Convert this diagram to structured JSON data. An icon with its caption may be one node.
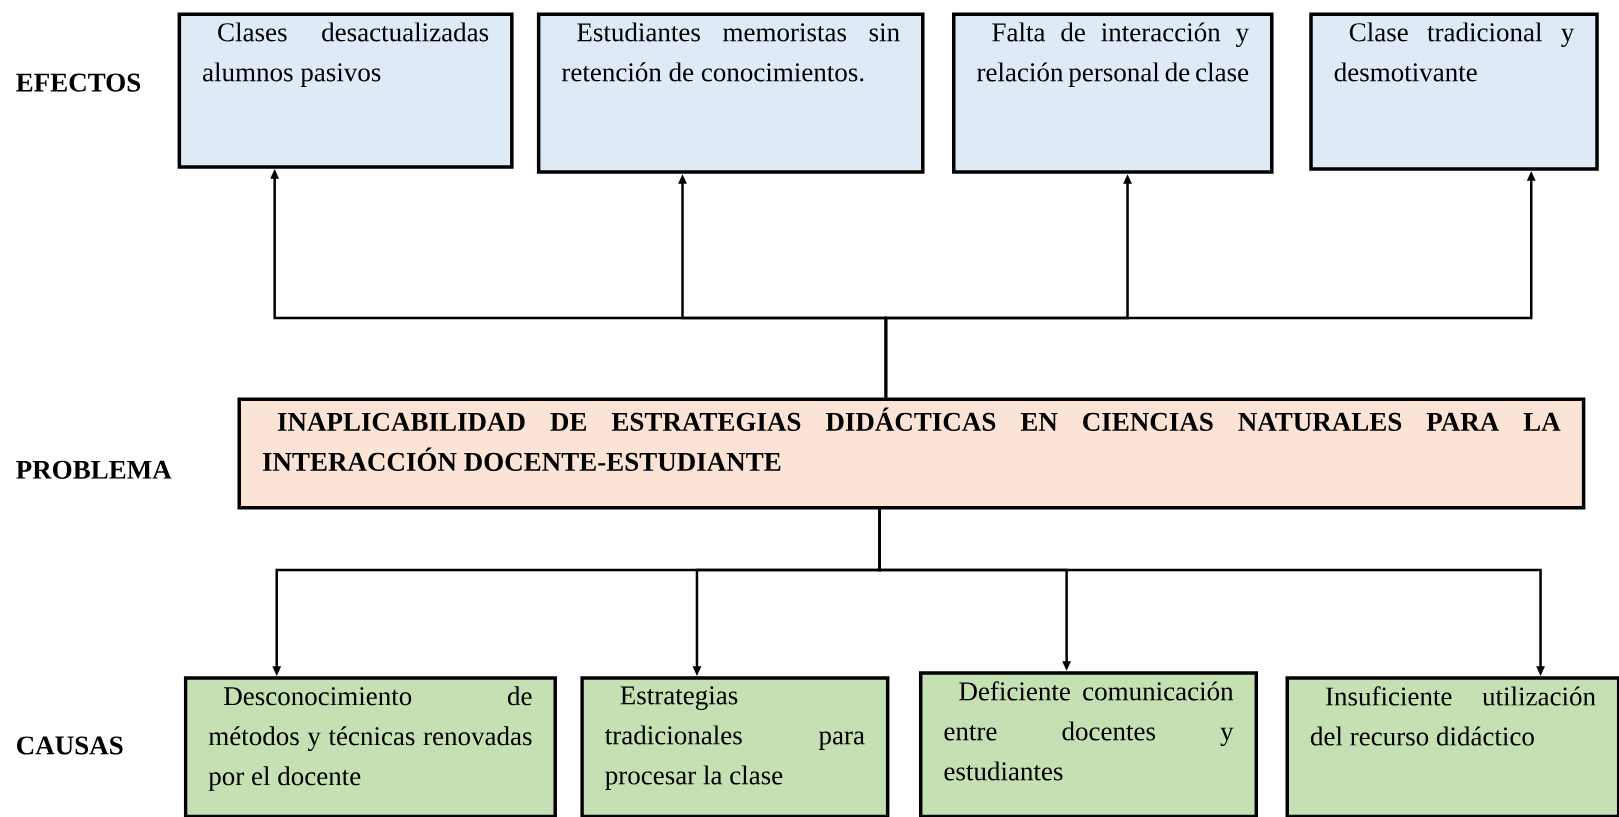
{
  "diagram": {
    "nodes": [
      {
        "text": [
          "Clases desactualizadas alumnos pasivos"
        ]
      },
      {
        "text": [
          "Estudiantes memoristas sin retención de conocimientos."
        ]
      },
      {
        "text": [
          "Falta de interacción y relación personal de clase"
        ]
      },
      {
        "text": [
          "Clase tradicional y desmotivante"
        ]
      },
      {
        "text": [
          "INAPLICABILIDAD DE ESTRATEGIAS DIDÁCTICAS EN CIENCIAS NATURALES PARA LA INTERACCIÓN DOCENTE-ESTUDIANTE"
        ]
      },
      {
        "text": [
          "Desconocimiento de métodos y técnicas renovadas por el docente"
        ]
      },
      {
        "text": [
          "Estrategias tradicionales para procesar la clase"
        ]
      },
      {
        "text": [
          "Deficiente comunicación entre docentes y estudiantes"
        ]
      },
      {
        "text": [
          "Insuficiente utilización del recurso didáctico"
        ]
      }
    ],
    "edges": [
      {
        "from": 4,
        "to": 0,
        "arrow": "to"
      },
      {
        "from": 4,
        "to": 1,
        "arrow": "to"
      },
      {
        "from": 4,
        "to": 2,
        "arrow": "to"
      },
      {
        "from": 4,
        "to": 3,
        "arrow": "to"
      },
      {
        "from": 4,
        "to": 5,
        "arrow": "to"
      },
      {
        "from": 4,
        "to": 6,
        "arrow": "to"
      },
      {
        "from": 4,
        "to": 7,
        "arrow": "to"
      },
      {
        "from": 4,
        "to": 8,
        "arrow": "to"
      }
    ],
    "labels": [
      "EFECTOS",
      "PROBLEMA",
      "CAUSAS"
    ]
  }
}
